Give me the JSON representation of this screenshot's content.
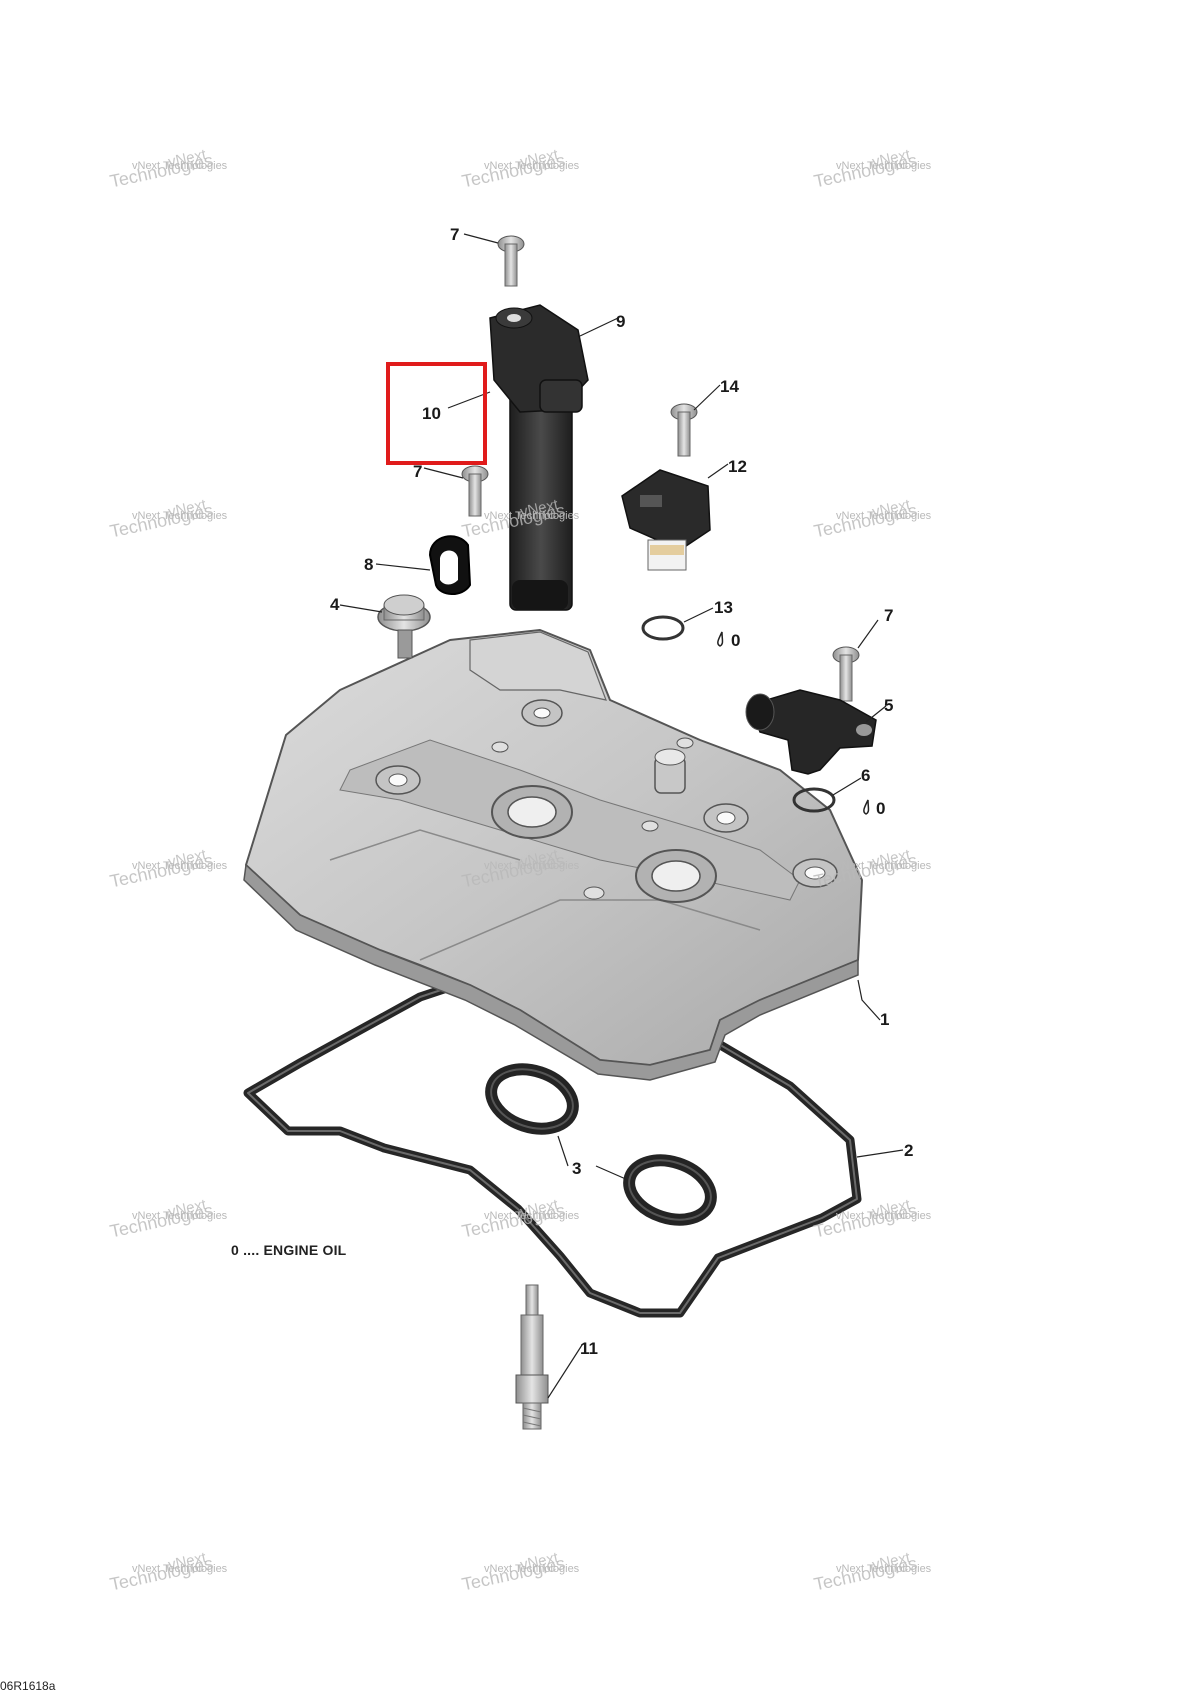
{
  "callouts": [
    "7",
    "9",
    "10",
    "14",
    "12",
    "7",
    "8",
    "4",
    "13",
    "7",
    "5",
    "6",
    "1",
    "2",
    "3",
    "11"
  ],
  "oil_marks": [
    "0",
    "0"
  ],
  "legend": "0 .... ENGINE OIL",
  "watermark": {
    "line1": "vNext Technologies",
    "line2": "Technologies",
    "line3": "vNext"
  },
  "drawing_code": "06R1618a",
  "highlight_color": "#e01b1b",
  "highlighted_callout": "10"
}
